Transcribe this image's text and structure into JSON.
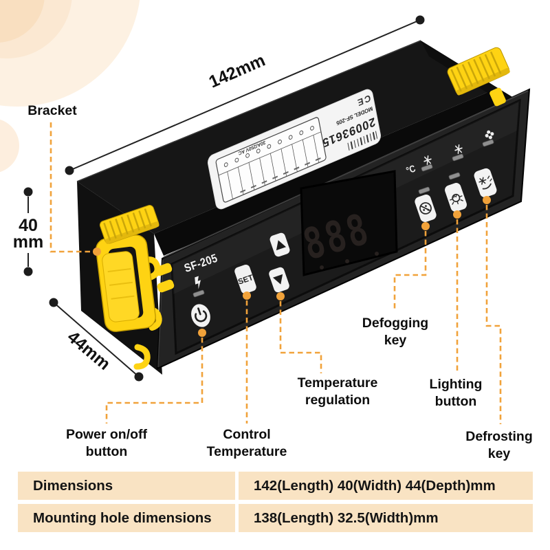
{
  "dimensions": {
    "length": "142mm",
    "height_line1": "40",
    "height_line2": "mm",
    "depth": "44mm",
    "bracket": "Bracket"
  },
  "device": {
    "model": "SF-205",
    "set_label": "SET",
    "display_value": "888",
    "icons": {
      "up": "▲",
      "down": "▼",
      "celsius": "°C",
      "power": "power-symbol",
      "lightning": "lightning-bolt",
      "defog": "defog-circle",
      "bulb": "light-bulb",
      "defrost": "snowflake-wipe",
      "snowflake": "snowflake",
      "fan": "fan-clover"
    },
    "sticker": {
      "serial": "20093615",
      "model_line": "MODEL SF-205",
      "ce_mark": "CE",
      "rating": "30A/250V AC"
    }
  },
  "callouts": {
    "power": {
      "line1": "Power on/off",
      "line2": "button"
    },
    "control": {
      "line1": "Control",
      "line2": "Temperature"
    },
    "temp_regulation": {
      "line1": "Temperature",
      "line2": "regulation"
    },
    "defogging": {
      "line1": "Defogging",
      "line2": "key"
    },
    "lighting": {
      "line1": "Lighting",
      "line2": "button"
    },
    "defrosting": {
      "line1": "Defrosting",
      "line2": "key"
    }
  },
  "table": {
    "rows": [
      {
        "label": "Dimensions",
        "value": "142(Length) 40(Width) 44(Depth)mm"
      },
      {
        "label": "Mounting hole dimensions",
        "value": "138(Length) 32.5(Width)mm"
      }
    ]
  },
  "colors": {
    "accent": "#f1a23a",
    "bracket_yellow": "#fed313",
    "table_bg": "#f9e3c3"
  }
}
